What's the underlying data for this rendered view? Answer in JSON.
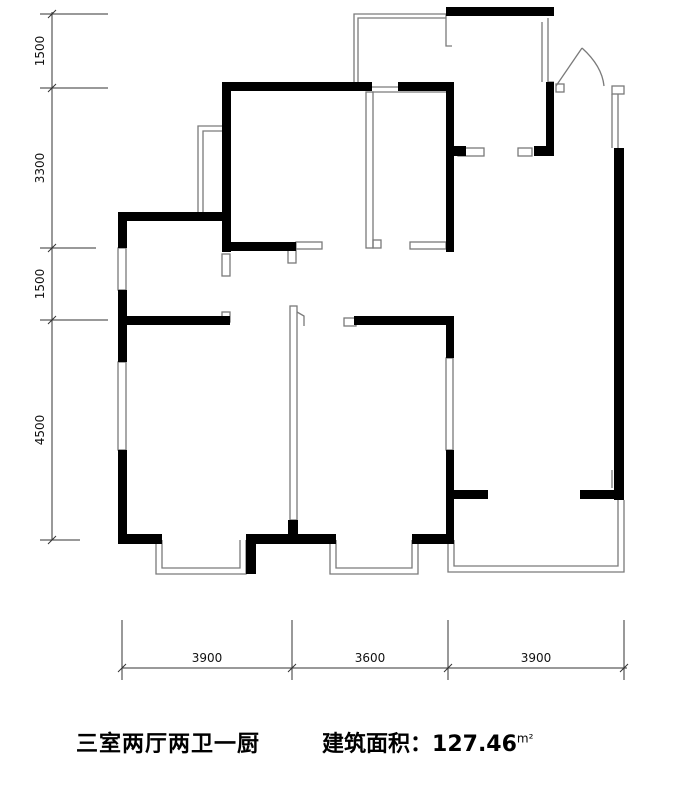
{
  "plan": {
    "left_dimensions": [
      "1500",
      "3300",
      "1500",
      "4500"
    ],
    "bottom_dimensions": [
      "3900",
      "3600",
      "3900"
    ]
  },
  "caption": {
    "layout": "三室两厅两卫一厨",
    "area_label": "建筑面积：",
    "area_value": "127.46",
    "area_unit": "m²"
  }
}
